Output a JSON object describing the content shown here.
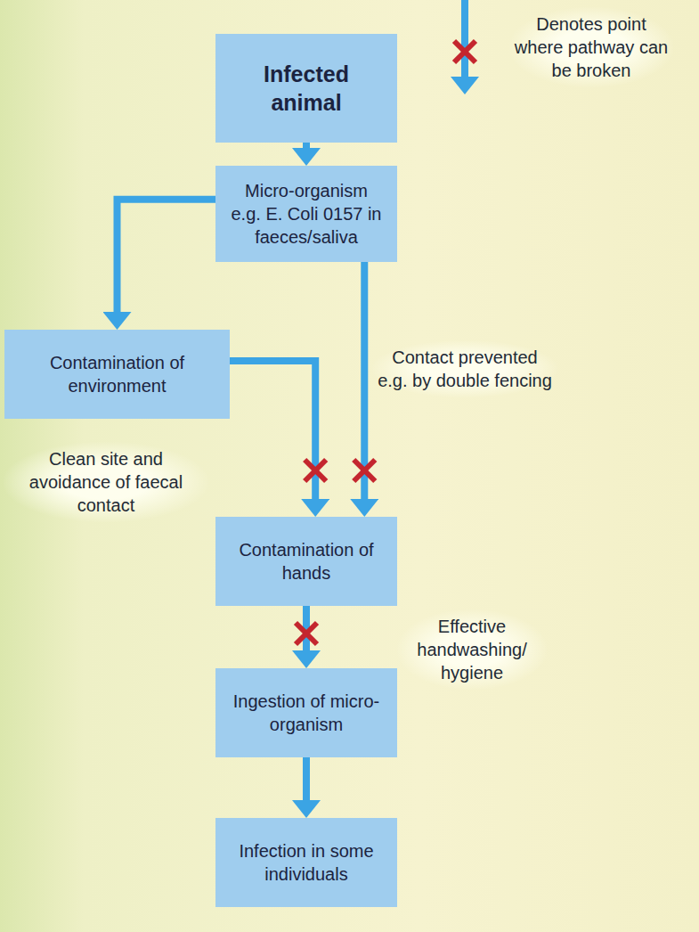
{
  "diagram": {
    "nodes": [
      {
        "text": [
          "Infected animal"
        ]
      },
      {
        "text": [
          "Micro-organism e.g. E. Coli 0157 in faeces/saliva"
        ]
      },
      {
        "text": [
          "Contamination of environment"
        ]
      },
      {
        "text": [
          "Contamination of hands"
        ]
      },
      {
        "text": [
          "Ingestion of micro-organism"
        ]
      },
      {
        "text": [
          "Infection in some individuals"
        ]
      }
    ],
    "edges": [
      {
        "from": 0,
        "to": 1,
        "arrow": "to"
      },
      {
        "from": 1,
        "to": 2,
        "arrow": "to"
      },
      {
        "from": 1,
        "to": 3,
        "arrow": "to"
      },
      {
        "from": 2,
        "to": 3,
        "arrow": "to"
      },
      {
        "from": 3,
        "to": 4,
        "arrow": "to"
      },
      {
        "from": 4,
        "to": 5,
        "arrow": "to"
      }
    ],
    "labels": [
      "Contact prevented e.g. by double fencing",
      "Clean site and avoidance of faecal contact",
      "Effective handwashing/ hygiene"
    ],
    "legend": [
      {
        "text": "Denotes point where pathway can be broken"
      }
    ]
  }
}
